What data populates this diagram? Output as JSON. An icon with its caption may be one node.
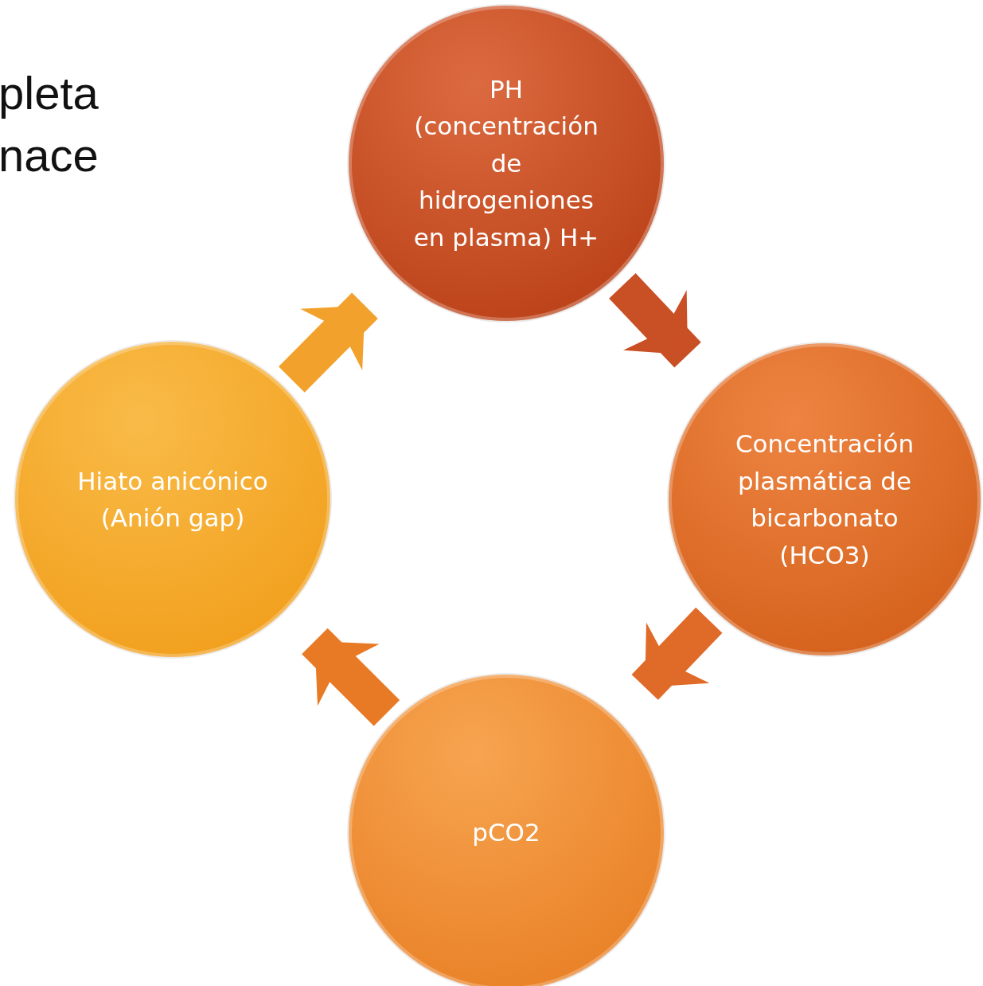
{
  "diagram": {
    "nodes": [
      {
        "text": [
          "PH (concentración de hidrogeniones en plasma) H+"
        ]
      },
      {
        "text": [
          "Concentración plasmática de bicarbonato (HCO3)"
        ]
      },
      {
        "text": [
          "pCO2"
        ]
      },
      {
        "text": [
          "Hiato anicónico (Anión gap)"
        ]
      }
    ],
    "edges": [
      {
        "from": 0,
        "to": 1,
        "arrow": "to",
        "color": "#c94f24"
      },
      {
        "from": 1,
        "to": 2,
        "arrow": "to",
        "color": "#e06a28"
      },
      {
        "from": 2,
        "to": 3,
        "arrow": "to",
        "color": "#e87a26"
      },
      {
        "from": 3,
        "to": 0,
        "arrow": "to",
        "color": "#f2a22c"
      }
    ],
    "labels": [
      "pleta",
      "nace"
    ]
  }
}
